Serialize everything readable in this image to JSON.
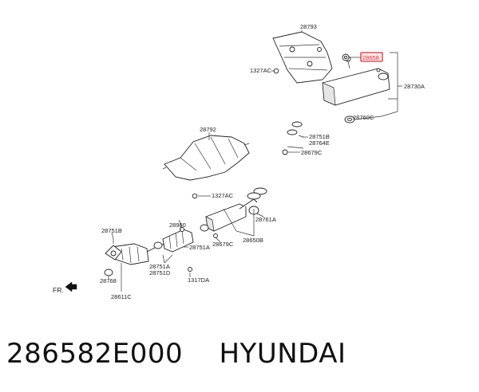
{
  "callouts": {
    "c28793": "28793",
    "c1327ac_top": "1327AC",
    "c28658": "28658",
    "c28730a": "28730A",
    "c28760c": "28760C",
    "c28751b_r": "28751B",
    "c28764e": "28764E",
    "c28679c_r": "28679C",
    "c28792": "28792",
    "c1327ac_mid": "1327AC",
    "c28761a": "28761A",
    "c28950": "28950",
    "c28751a_mid": "28751A",
    "c28679c_mid": "28679C",
    "c28650b": "28650B",
    "c28751b_l": "28751B",
    "c28751a_low": "28751A",
    "c28751d": "28751D",
    "c1317da": "1317DA",
    "c28768": "28768",
    "c28611c": "28611C",
    "fr": "FR."
  },
  "caption": {
    "part_number": "286582E000",
    "brand": "HYUNDAI"
  },
  "colors": {
    "highlight": "#e0303a"
  }
}
